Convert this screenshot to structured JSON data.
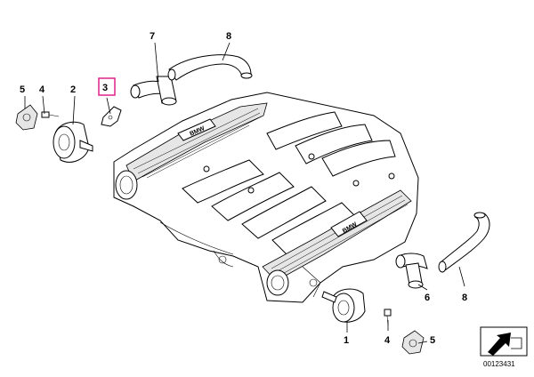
{
  "callouts": {
    "c1": "1",
    "c2": "2",
    "c3": "3",
    "c4a": "4",
    "c4b": "4",
    "c5a": "5",
    "c5b": "5",
    "c6": "6",
    "c7": "7",
    "c8a": "8",
    "c8b": "8"
  },
  "highlighted_callout": "3",
  "highlight_color": "#e0208c",
  "manifold_badges": {
    "left": "BMW",
    "right": "BMW"
  },
  "document_id": "00123431",
  "corner_icon": "arrow-icon"
}
